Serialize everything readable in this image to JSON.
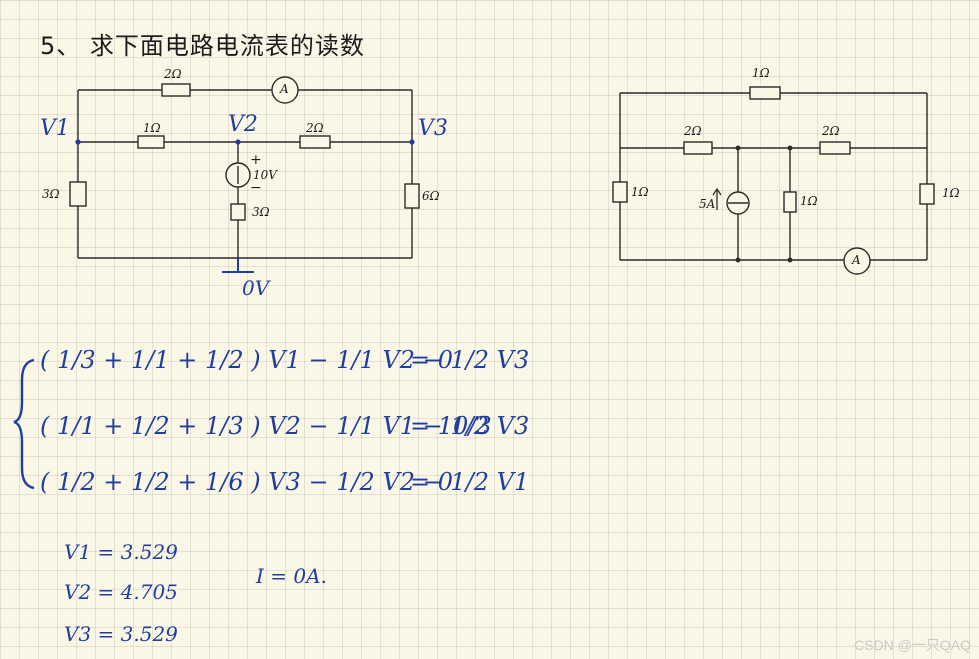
{
  "title": "5、 求下面电路电流表的读数",
  "circuit1": {
    "nodes": [
      "V1",
      "V2",
      "V3"
    ],
    "ground_label": "0V",
    "r_top": "2Ω",
    "r_v1v2": "1Ω",
    "r_v2v3": "2Ω",
    "r_left": "3Ω",
    "r_right": "6Ω",
    "r_mid": "3Ω",
    "source": "10V",
    "plus": "+",
    "minus": "−",
    "ammeter": "A"
  },
  "circuit2": {
    "r_top": "1Ω",
    "r_a": "2Ω",
    "r_b": "2Ω",
    "r_left": "1Ω",
    "r_mid": "1Ω",
    "r_right": "1Ω",
    "source": "5A",
    "ammeter": "A"
  },
  "equations": [
    {
      "lhs": "( 1/3 + 1/1 + 1/2 ) V1 − 1/1 V2 − 1/2 V3",
      "rhs": "= 0"
    },
    {
      "lhs": "( 1/1 + 1/2 + 1/3 ) V2 − 1/1 V1 − 1/2 V3",
      "rhs": "= 10/3"
    },
    {
      "lhs": "( 1/2 + 1/2 + 1/6 ) V3 − 1/2 V2 − 1/2 V1",
      "rhs": "= 0"
    }
  ],
  "results": [
    "V1 = 3.529",
    "V2 = 4.705",
    "V3 = 3.529"
  ],
  "current": "I = 0A.",
  "watermark": "CSDN @一只QAQ"
}
